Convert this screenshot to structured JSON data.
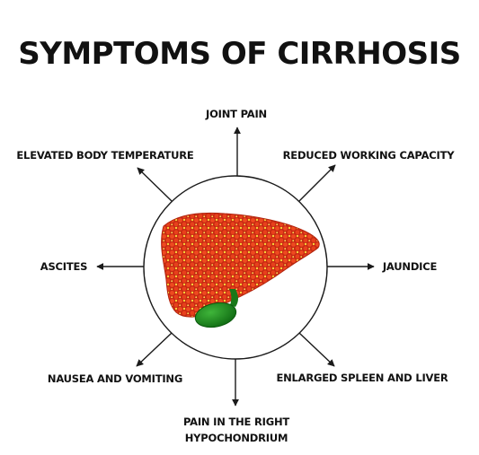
{
  "title": "SYMPTOMS OF CIRRHOSIS",
  "symptoms": {
    "top": "JOINT PAIN",
    "top_right": "REDUCED WORKING CAPACITY",
    "right": "JAUNDICE",
    "bottom_right": "ENLARGED SPLEEN AND LIVER",
    "bottom_line1": "PAIN IN THE RIGHT",
    "bottom_line2": "HYPOCHONDRIUM",
    "bottom_left": "NAUSEA AND VOMITING",
    "left": "ASCITES",
    "top_left": "ELEVATED BODY TEMPERATURE"
  },
  "colors": {
    "text": "#111111",
    "liver": "#e8401c",
    "liver_dot": "#f4d13a",
    "gallbladder": "#1e8a1e",
    "arrow": "#1a1a1a"
  },
  "icons": {
    "center": "cirrhotic-liver-icon",
    "arrow": "arrow-icon"
  }
}
